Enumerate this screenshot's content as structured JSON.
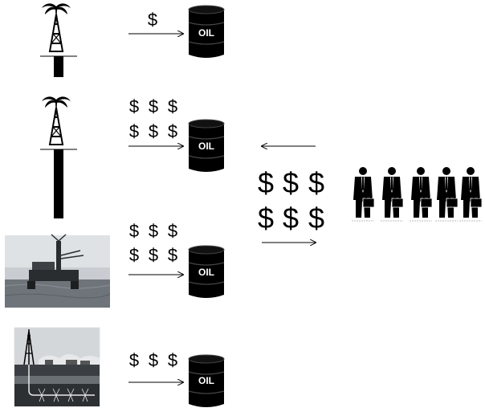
{
  "barrel_label": "OIL",
  "dollar_symbol": "$",
  "rows": [
    {
      "source": "onshore-well-shallow",
      "dollars": 1
    },
    {
      "source": "onshore-well-deep",
      "dollars": 6
    },
    {
      "source": "offshore-platform",
      "dollars": 6
    },
    {
      "source": "shale-fracking-well",
      "dollars": 3
    }
  ],
  "investor_flow": {
    "dollars": 6,
    "people": 5
  },
  "colors": {
    "ink": "#000000",
    "barrel_label": "#ffffff",
    "sea": "#6e7479",
    "sky": "#c9cdd1"
  }
}
